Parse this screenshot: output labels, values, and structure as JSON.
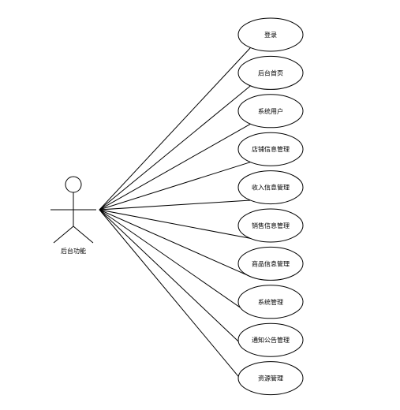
{
  "diagram": {
    "type": "use-case",
    "actor": {
      "name": "后台功能"
    },
    "use_cases": [
      {
        "label": "登录"
      },
      {
        "label": "后台首页"
      },
      {
        "label": "系统用户"
      },
      {
        "label": "店铺信息管理"
      },
      {
        "label": "收入信息管理"
      },
      {
        "label": "销售信息管理"
      },
      {
        "label": "商品信息管理"
      },
      {
        "label": "系统管理"
      },
      {
        "label": "通知公告管理"
      },
      {
        "label": "资源管理"
      }
    ],
    "colors": {
      "stroke": "#000000",
      "fill": "#ffffff",
      "background": "#ffffff"
    }
  }
}
